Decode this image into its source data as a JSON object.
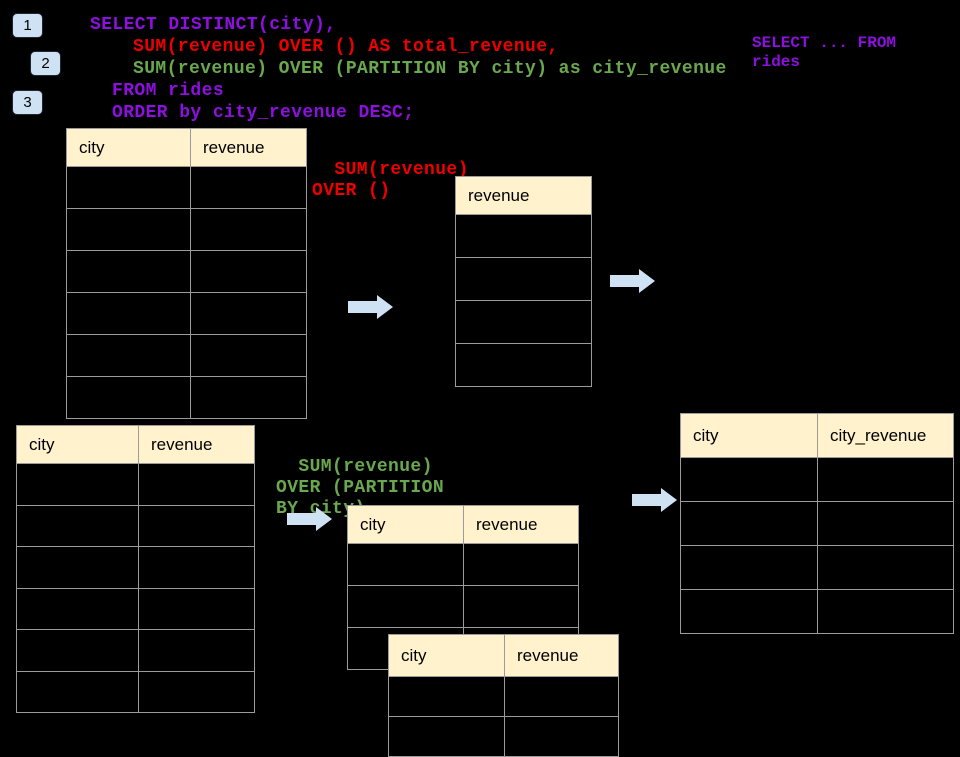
{
  "colors": {
    "background": "#000000",
    "table_header_fill": "#fff2cc",
    "table_border": "#9b9b9b",
    "arrow_fill": "#cfe2f3",
    "badge_fill": "#cfe2f3",
    "sql_purple": "#8d10e0",
    "sql_red": "#ee0000",
    "sql_green": "#6aa84f"
  },
  "badges": [
    {
      "label": "1"
    },
    {
      "label": "2"
    },
    {
      "label": "3"
    }
  ],
  "sql": {
    "line1": "SELECT DISTINCT(city),",
    "line2": "SUM(revenue) OVER () AS total_revenue,",
    "line3": "SUM(revenue) OVER (PARTITION BY city) as city_revenue",
    "line4": "FROM rides",
    "line5": "ORDER by city_revenue DESC;"
  },
  "note_top_right": {
    "line1": "SELECT ... FROM",
    "line2": "rides"
  },
  "label_total": {
    "line1": "SUM(revenue)",
    "line2": "OVER ()"
  },
  "label_partition": {
    "line1": "SUM(revenue)",
    "line2": "OVER (PARTITION",
    "line3": "BY city)"
  },
  "tables": {
    "source_full": {
      "headers": [
        "city",
        "revenue"
      ],
      "rows": 6
    },
    "total_result": {
      "headers": [
        "revenue"
      ],
      "rows": 4
    },
    "source_full_2": {
      "headers": [
        "city",
        "revenue"
      ],
      "rows": 6
    },
    "partition_a": {
      "headers": [
        "city",
        "revenue"
      ],
      "rows": 3
    },
    "partition_b": {
      "headers": [
        "city",
        "revenue"
      ],
      "rows": 2
    },
    "city_revenue_result": {
      "headers": [
        "city",
        "city_revenue"
      ],
      "rows": 4
    }
  }
}
